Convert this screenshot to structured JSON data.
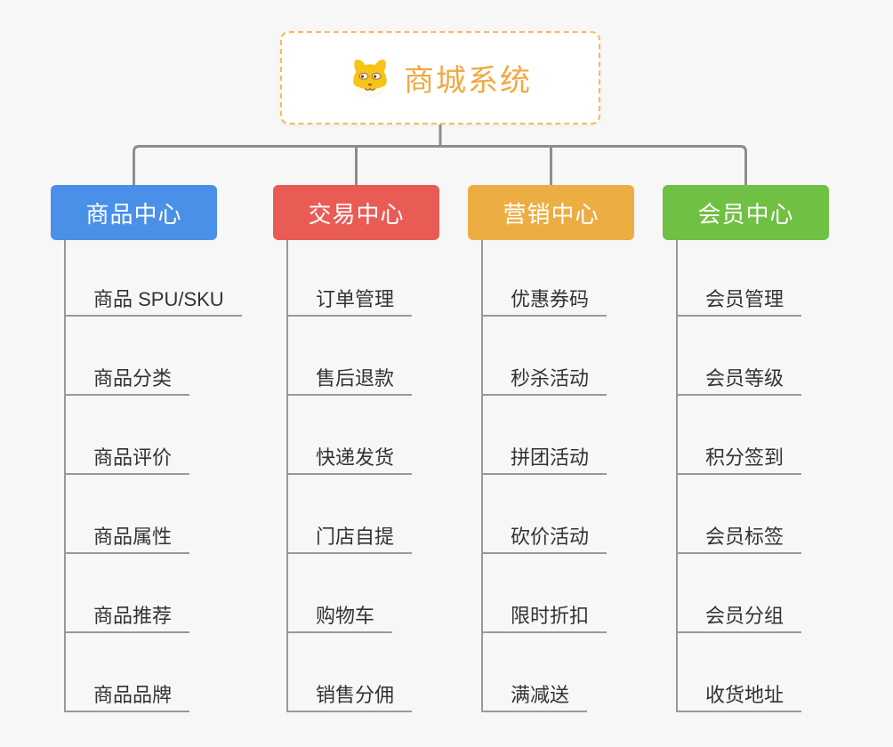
{
  "root": {
    "title": "商城系统",
    "icon": "dog-face-icon"
  },
  "branches": [
    {
      "id": "product-center",
      "label": "商品中心",
      "color": "#4a90e8",
      "children": [
        "商品 SPU/SKU",
        "商品分类",
        "商品评价",
        "商品属性",
        "商品推荐",
        "商品品牌"
      ]
    },
    {
      "id": "trade-center",
      "label": "交易中心",
      "color": "#e95c56",
      "children": [
        "订单管理",
        "售后退款",
        "快递发货",
        "门店自提",
        "购物车",
        "销售分佣"
      ]
    },
    {
      "id": "marketing-center",
      "label": "营销中心",
      "color": "#ecae42",
      "children": [
        "优惠券码",
        "秒杀活动",
        "拼团活动",
        "砍价活动",
        "限时折扣",
        "满减送"
      ]
    },
    {
      "id": "member-center",
      "label": "会员中心",
      "color": "#70c043",
      "children": [
        "会员管理",
        "会员等级",
        "积分签到",
        "会员标签",
        "会员分组",
        "收货地址"
      ]
    }
  ],
  "colors": {
    "canvas_background": "#f7f7f7",
    "connector_line": "#8d8d8d",
    "branch_line": "#999999",
    "child_text": "#333333",
    "root_text": "#efaa45",
    "root_border": "#f4bd55",
    "branch_text": "#ffffff"
  }
}
